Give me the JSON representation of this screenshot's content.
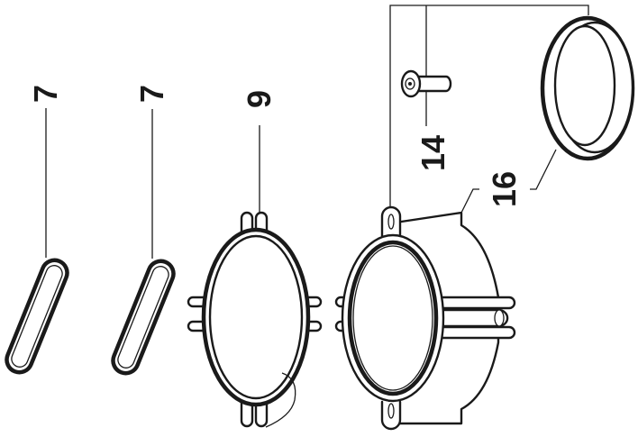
{
  "diagram": {
    "type": "exploded-parts-view",
    "orientation": "rotated 90 degrees (labels read bottom-to-top)",
    "background": "#ffffff",
    "line_color": "#1a1a1a",
    "callouts": [
      {
        "id": "callout-7a",
        "label": "7",
        "part": "o-ring (left)"
      },
      {
        "id": "callout-7b",
        "label": "7",
        "part": "o-ring (second)"
      },
      {
        "id": "callout-9",
        "label": "9",
        "part": "gasket with tabs"
      },
      {
        "id": "callout-14",
        "label": "14",
        "part": "countersunk screw"
      },
      {
        "id": "callout-16",
        "label": "16",
        "part": "end cap ring"
      }
    ],
    "parts": [
      {
        "name": "o-ring-1",
        "callout": "7"
      },
      {
        "name": "o-ring-2",
        "callout": "7"
      },
      {
        "name": "gasket",
        "callout": "9"
      },
      {
        "name": "valve-body-clamp",
        "callout": "16/14 leader group"
      },
      {
        "name": "screw",
        "callout": "14"
      },
      {
        "name": "end-cap",
        "callout": "16"
      }
    ]
  }
}
